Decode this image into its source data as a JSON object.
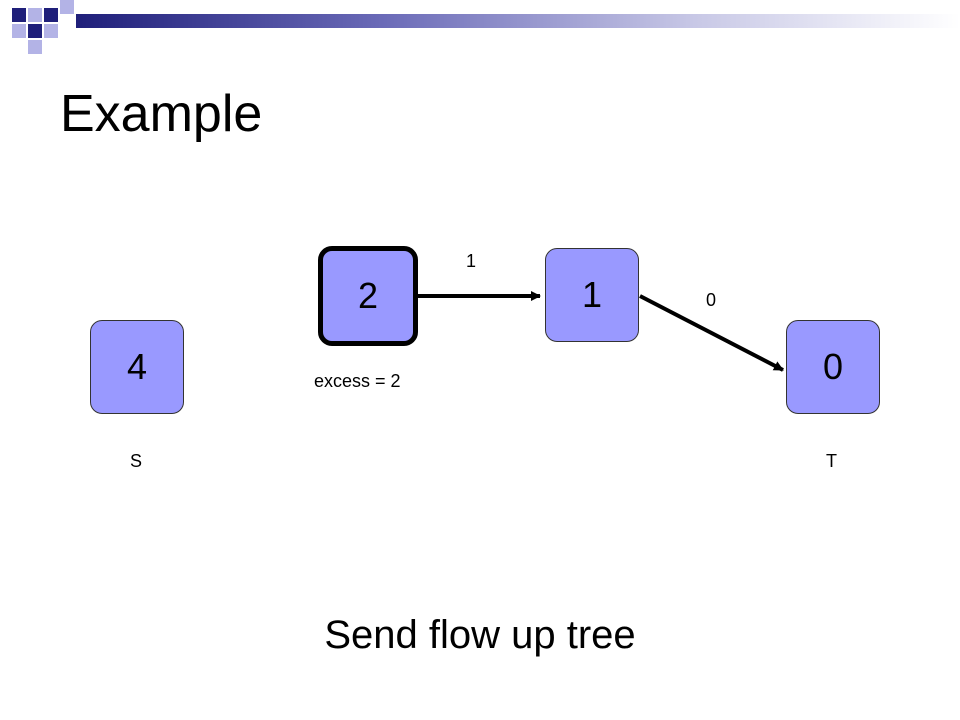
{
  "slide": {
    "title": "Example",
    "caption": "Send flow up tree"
  },
  "nodes": {
    "s": {
      "value": "4",
      "label": "S"
    },
    "a": {
      "value": "2",
      "annotation": "excess = 2"
    },
    "b": {
      "value": "1"
    },
    "t": {
      "value": "0",
      "label": "T"
    }
  },
  "edges": {
    "a_b": {
      "label": "1"
    },
    "b_t": {
      "label": "0"
    }
  },
  "colors": {
    "node_fill": "#9999ff",
    "accent_navy": "#1f1f7a",
    "accent_light": "#b3b3e6"
  }
}
